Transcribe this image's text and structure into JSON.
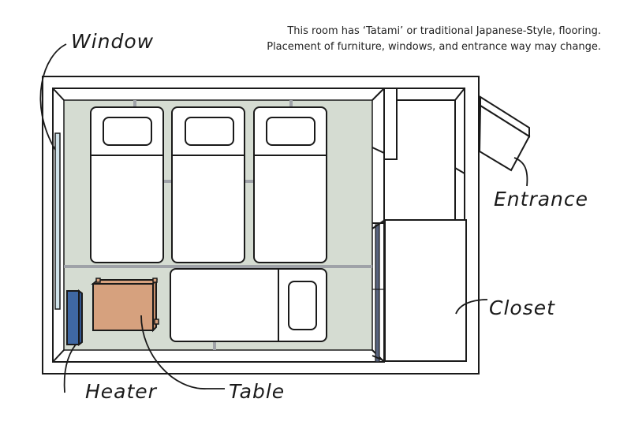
{
  "note": {
    "line1": "This room has ‘Tatami’ or traditional Japanese-Style, flooring.",
    "line2": "Placement of furniture, windows, and entrance way may change."
  },
  "labels": {
    "window": "Window",
    "entrance": "Entrance",
    "closet": "Closet",
    "heater": "Heater",
    "table": "Table"
  },
  "colors": {
    "tatami": "#d5dcd2",
    "seam": "#9fa2a8",
    "table": "#d6a17e",
    "heater": "#3f68a3",
    "window": "#cfe2ea",
    "outline": "#1a1a1a"
  }
}
